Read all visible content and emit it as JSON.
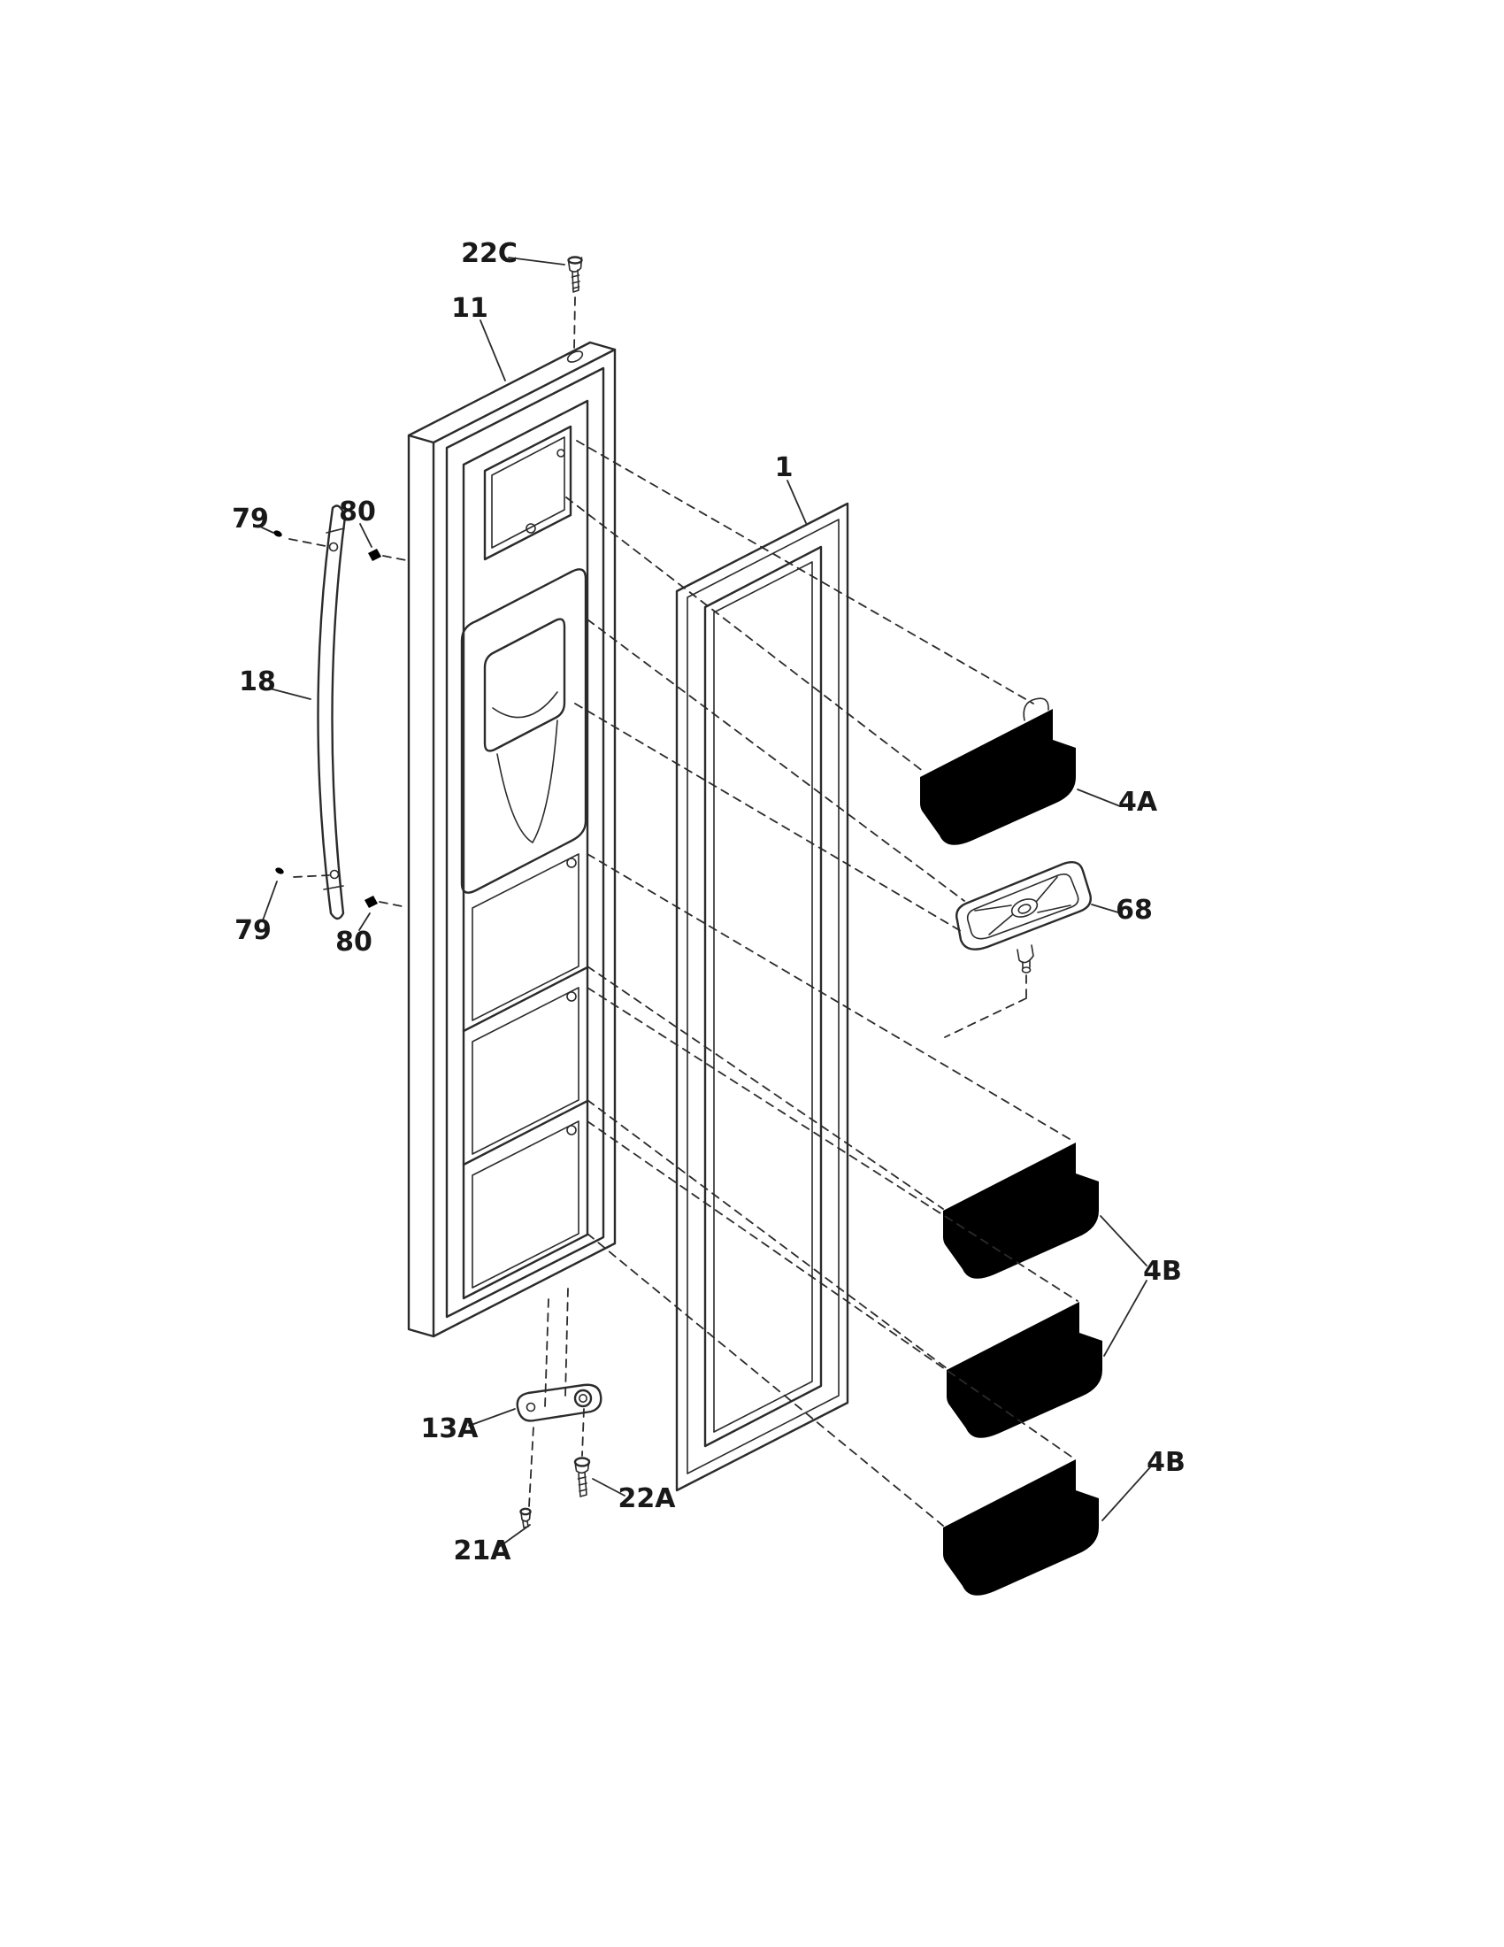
{
  "diagram": {
    "colors": {
      "background": "#ffffff",
      "line": "#2b2b2b",
      "label": "#191919"
    },
    "labels": {
      "l22c": {
        "text": "22C"
      },
      "l11": {
        "text": "11"
      },
      "l79_top": {
        "text": "79"
      },
      "l80_top": {
        "text": "80"
      },
      "l18": {
        "text": "18"
      },
      "l79_bottom": {
        "text": "79"
      },
      "l80_bottom": {
        "text": "80"
      },
      "l1": {
        "text": "1"
      },
      "l4a": {
        "text": "4A"
      },
      "l68": {
        "text": "68"
      },
      "l4b_upper": {
        "text": "4B"
      },
      "l4b_lower": {
        "text": "4B"
      },
      "l13a": {
        "text": "13A"
      },
      "l22a": {
        "text": "22A"
      },
      "l21a": {
        "text": "21A"
      }
    }
  }
}
